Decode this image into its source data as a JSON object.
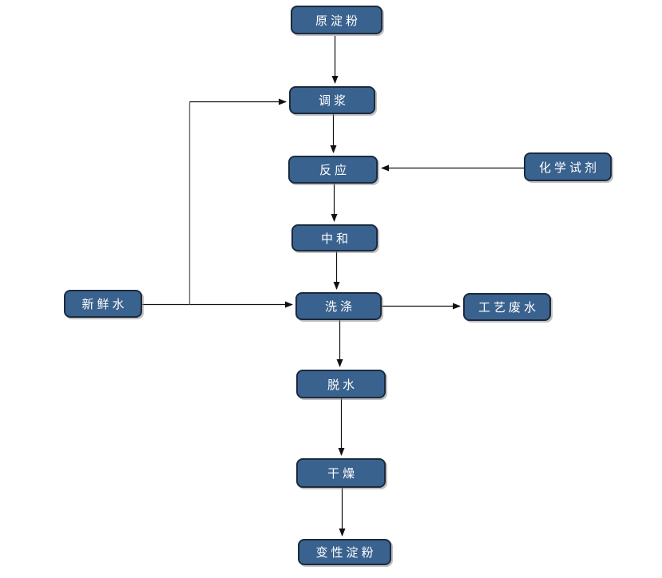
{
  "diagram": {
    "type": "flowchart",
    "description": "Modified starch production process flow",
    "nodes": {
      "raw_starch": {
        "label": "原淀粉"
      },
      "slurry": {
        "label": "调浆"
      },
      "reaction": {
        "label": "反应"
      },
      "chemical_reagent": {
        "label": "化学试剂"
      },
      "neutralization": {
        "label": "中和"
      },
      "washing": {
        "label": "洗涤"
      },
      "fresh_water": {
        "label": "新鲜水"
      },
      "process_wastewater": {
        "label": "工艺废水"
      },
      "dewatering": {
        "label": "脱水"
      },
      "drying": {
        "label": "干燥"
      },
      "modified_starch": {
        "label": "变性淀粉"
      }
    },
    "edges": [
      {
        "from": "原淀粉",
        "to": "调浆"
      },
      {
        "from": "调浆",
        "to": "反应"
      },
      {
        "from": "化学试剂",
        "to": "反应"
      },
      {
        "from": "反应",
        "to": "中和"
      },
      {
        "from": "中和",
        "to": "洗涤"
      },
      {
        "from": "新鲜水",
        "to": "洗涤"
      },
      {
        "from": "新鲜水",
        "to": "调浆"
      },
      {
        "from": "洗涤",
        "to": "工艺废水"
      },
      {
        "from": "洗涤",
        "to": "脱水"
      },
      {
        "from": "脱水",
        "to": "干燥"
      },
      {
        "from": "干燥",
        "to": "变性淀粉"
      }
    ],
    "colors": {
      "node_fill": "#3A628E",
      "node_border": "#1B2A3E",
      "node_text": "#FFFFFF",
      "connector": "#111111",
      "branch_line": "#707070",
      "background": "#FFFFFF"
    }
  }
}
